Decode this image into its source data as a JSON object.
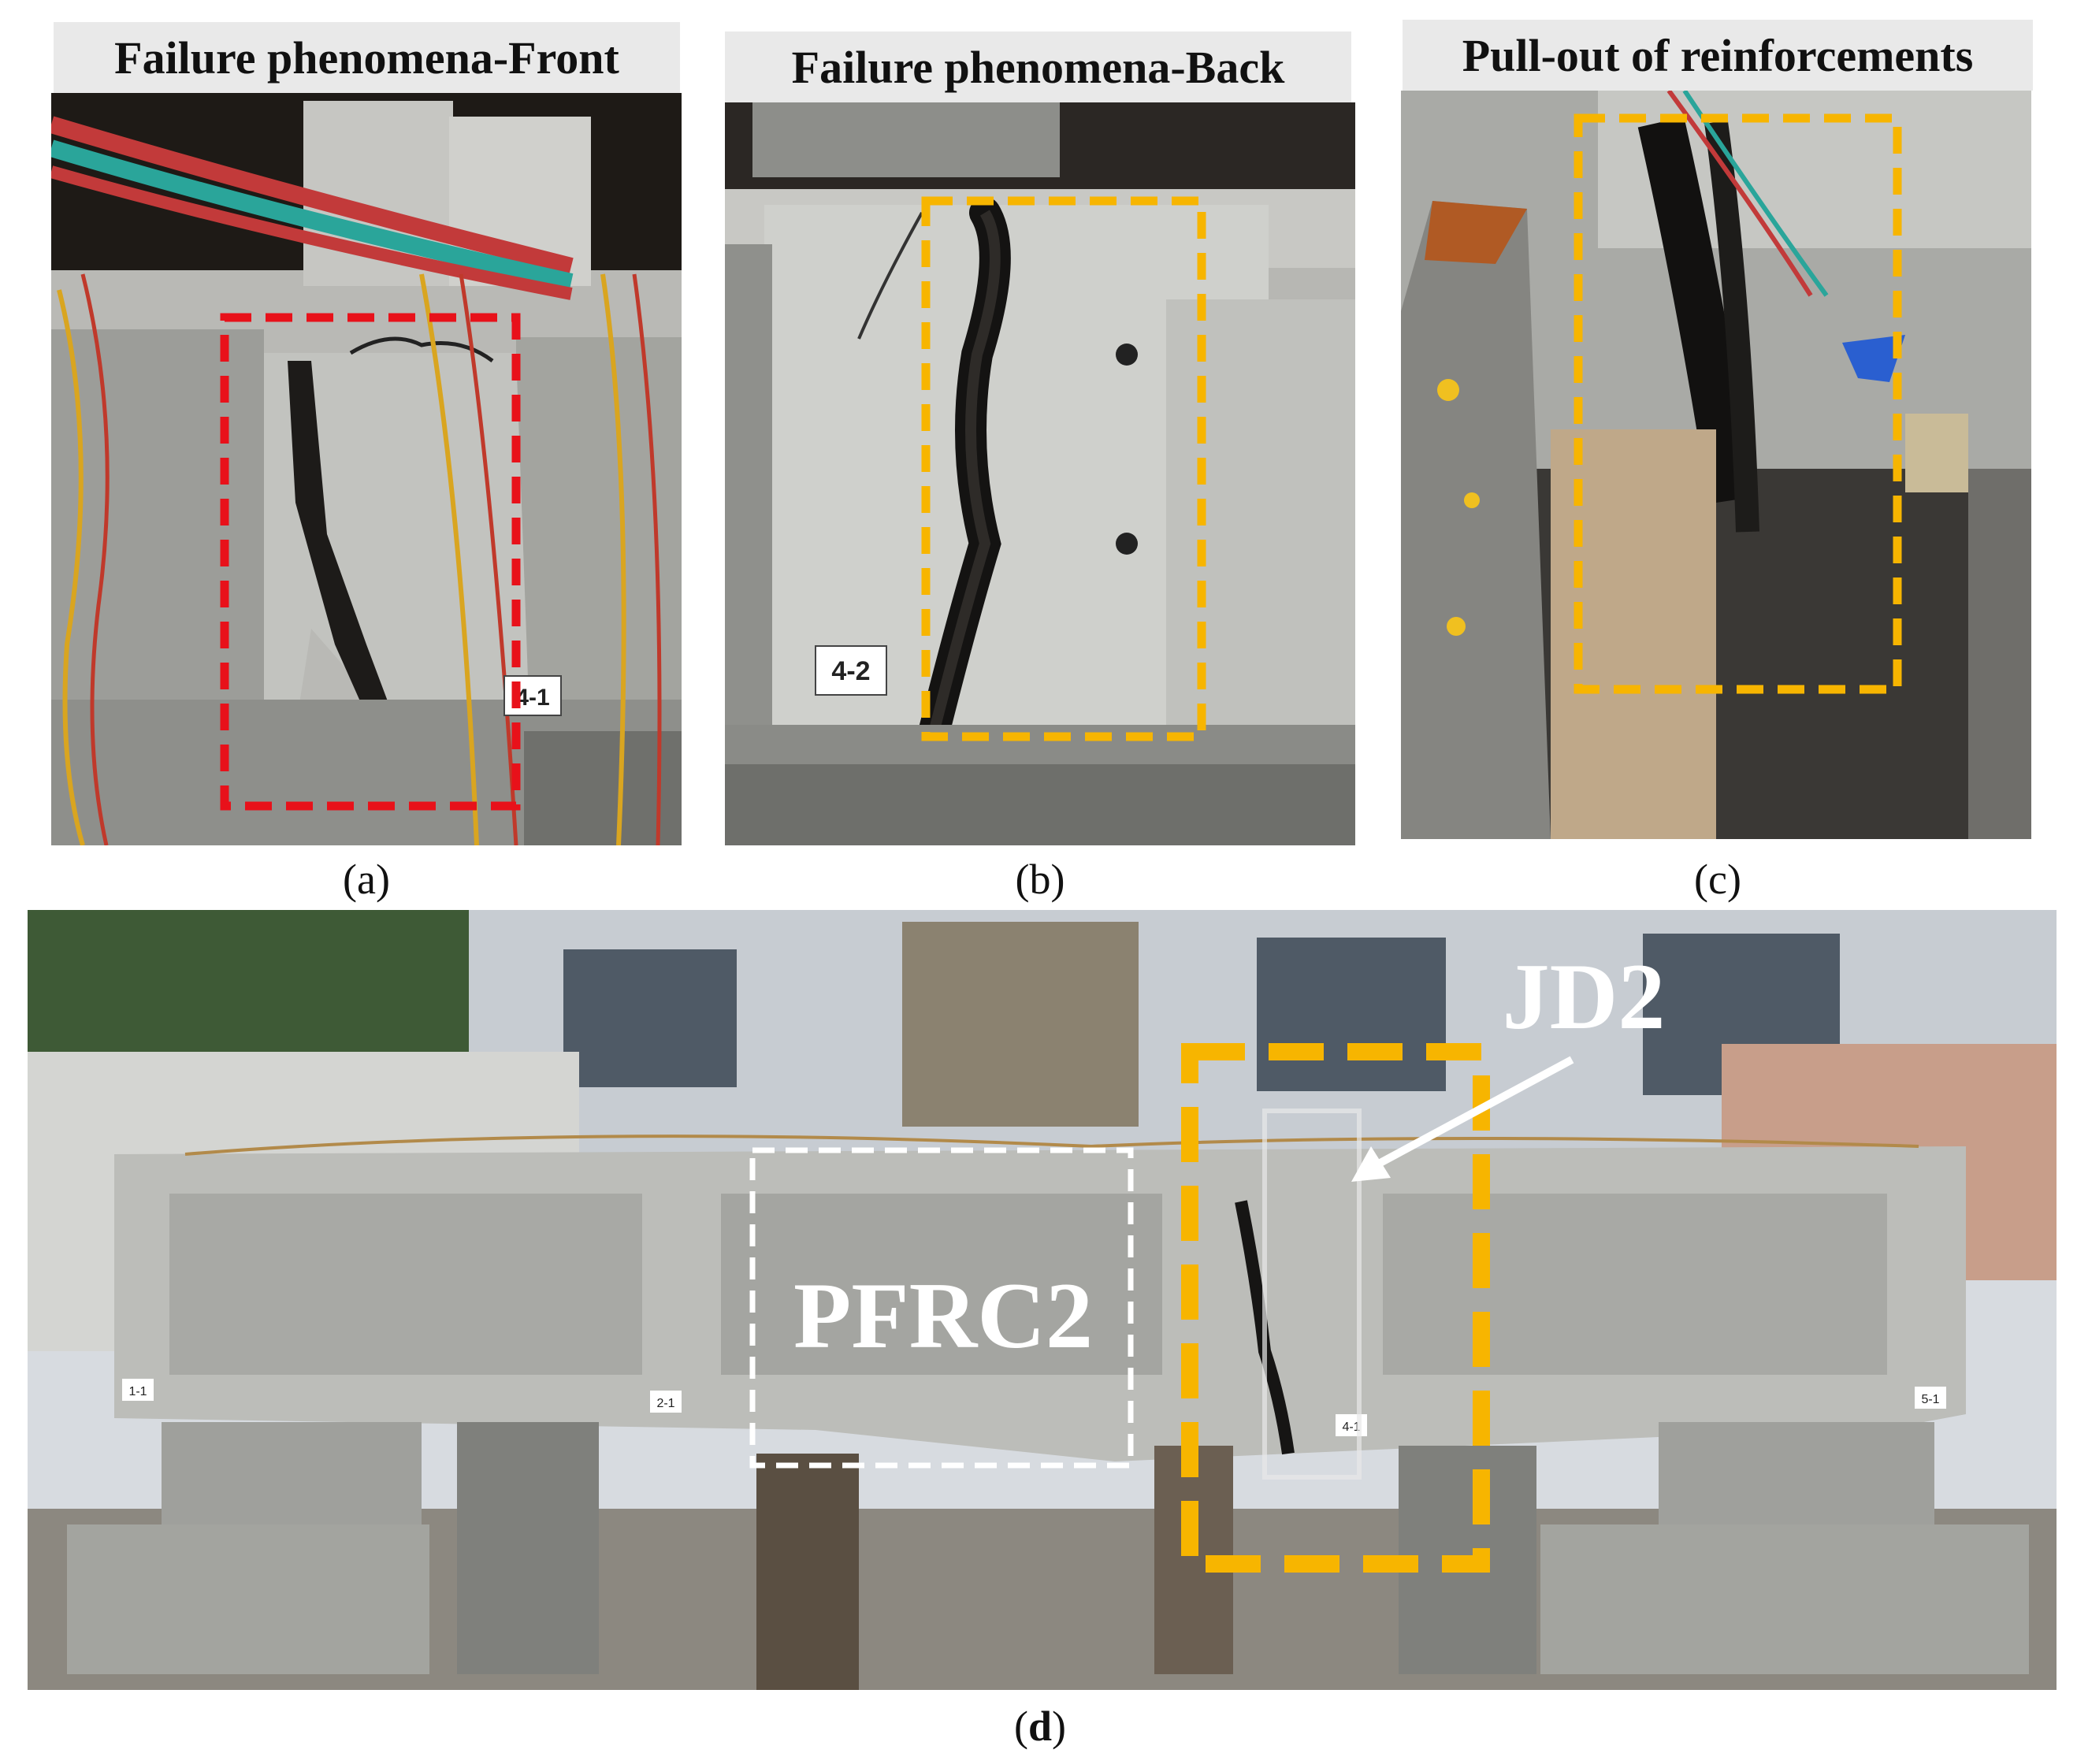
{
  "panels": {
    "a": {
      "title": "Failure phenomena-Front",
      "label_open": "(",
      "label_letter": "a",
      "label_close": ")",
      "tag": "4-1"
    },
    "b": {
      "title": "Failure phenomena-Back",
      "label_open": "(",
      "label_letter": "b",
      "label_close": ")",
      "tag": "4-2"
    },
    "c": {
      "title": "Pull-out of reinforcements",
      "label_open": "(",
      "label_letter": "c",
      "label_close": ")"
    },
    "d": {
      "label_open": "(",
      "label_letter": "d",
      "label_close": ")",
      "annotation_left": "PFRC2",
      "annotation_right": "JD2",
      "tags": [
        "1-1",
        "2-1",
        "4-1",
        "5-1"
      ]
    }
  },
  "colors": {
    "red_box": "#e8111a",
    "orange_box": "#f7b500",
    "white_box": "#ffffff",
    "concrete": "#bfc0bd",
    "background_dark": "#2a2622"
  }
}
